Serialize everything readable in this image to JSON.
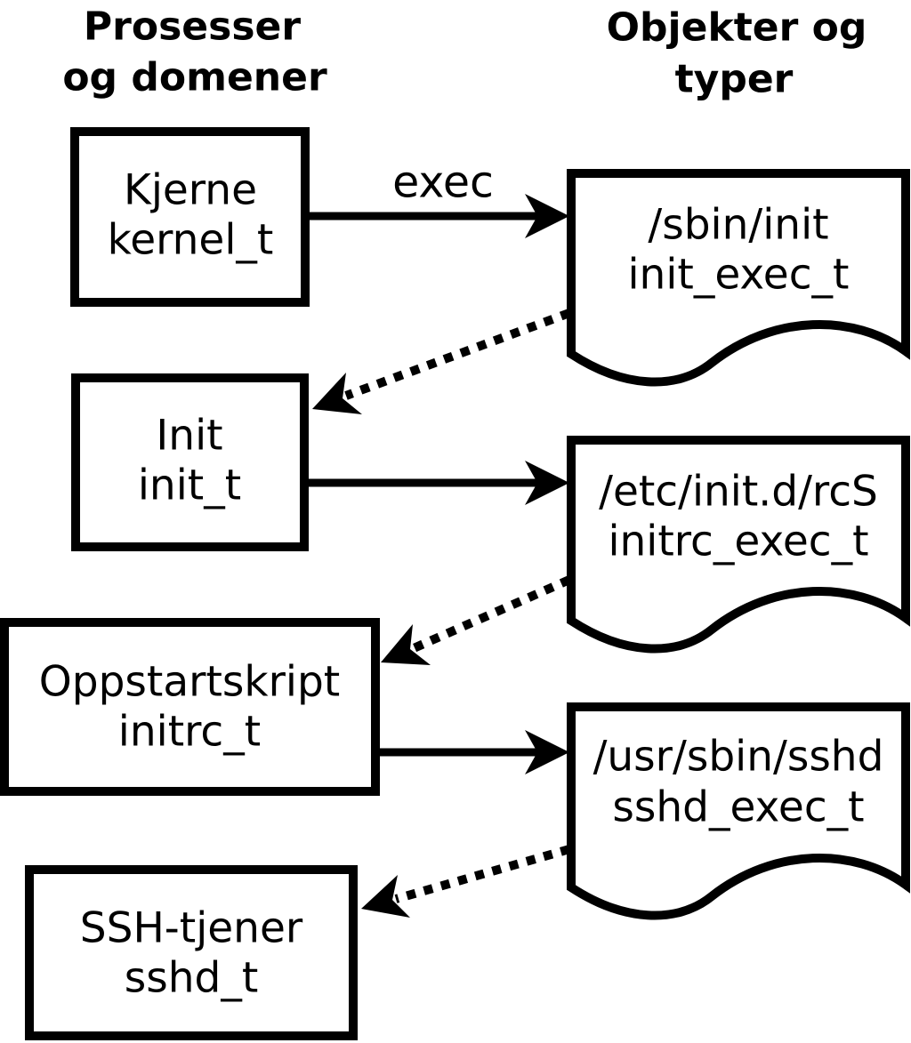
{
  "headers": {
    "left": {
      "line1": "Prosesser",
      "line2": "og domener"
    },
    "right": {
      "line1": "Objekter og",
      "line2": "typer"
    }
  },
  "labels": {
    "exec_arrow": "exec"
  },
  "processes": [
    {
      "name": "Kjerne",
      "type": "kernel_t"
    },
    {
      "name": "Init",
      "type": "init_t"
    },
    {
      "name": "Oppstartskript",
      "type": "initrc_t"
    },
    {
      "name": "SSH-tjener",
      "type": "sshd_t"
    }
  ],
  "objects": [
    {
      "path": "/sbin/init",
      "type": "init_exec_t"
    },
    {
      "path": "/etc/init.d/rcS",
      "type": "initrc_exec_t"
    },
    {
      "path": "/usr/sbin/sshd",
      "type": "sshd_exec_t"
    }
  ],
  "colors": {
    "line": "#000000",
    "fill": "#ffffff",
    "background": "#ffffff"
  }
}
